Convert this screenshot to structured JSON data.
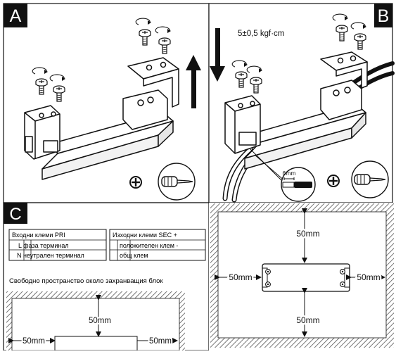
{
  "panels": {
    "a": {
      "letter": "A"
    },
    "b": {
      "letter": "B",
      "torque": "5±0,5 kgf·cm",
      "strip_length": "6mm"
    },
    "c": {
      "letter": "C"
    }
  },
  "terminal_table": {
    "left": [
      "Входни клеми PRI",
      "L фаза терминал",
      "N неутрален терминал"
    ],
    "right": [
      "Изходни клеми SEC +",
      "положителен клем -",
      "общ клем"
    ]
  },
  "clearance_caption": "Свободно пространство около захранващия блок",
  "clearance": {
    "top": "50mm",
    "bottom": "50mm",
    "left": "50mm",
    "right": "50mm"
  },
  "icons": [
    "phillips-screw-symbol",
    "screwdriver-icon",
    "rotation-arrow-icon"
  ]
}
